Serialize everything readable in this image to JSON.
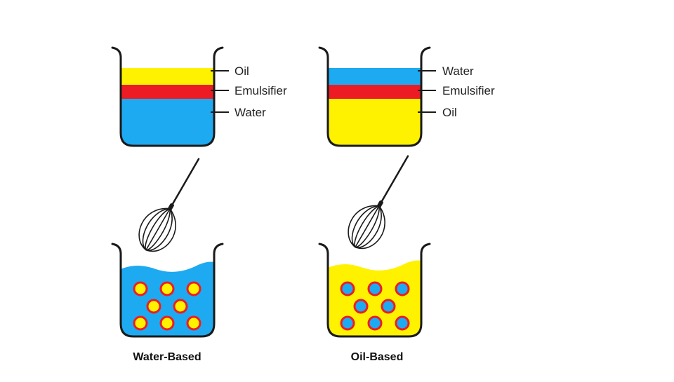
{
  "diagram": {
    "colors": {
      "oil": "#fff200",
      "water": "#1eaaf1",
      "emulsifier": "#ed1c24",
      "outline": "#1a1a1a"
    },
    "left_beaker": {
      "layers": [
        "Oil",
        "Emulsifier",
        "Water"
      ],
      "result_label": "Water-Based",
      "continuous_phase": "water",
      "droplet_phase": "oil"
    },
    "right_beaker": {
      "layers": [
        "Water",
        "Emulsifier",
        "Oil"
      ],
      "result_label": "Oil-Based",
      "continuous_phase": "oil",
      "droplet_phase": "water"
    },
    "icons": [
      "whisk-icon",
      "droplet-icon",
      "beaker-icon"
    ]
  }
}
